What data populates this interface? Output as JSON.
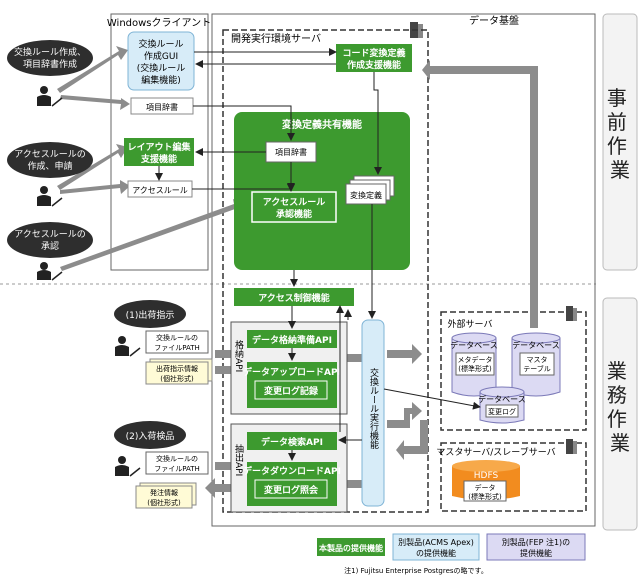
{
  "phases": {
    "pre_work": "事前作業",
    "operation": "業務作業"
  },
  "regions": {
    "windows_client": "Windowsクライアント",
    "data_platform": "データ基盤",
    "dev_server": "開発実行環境サーバ",
    "external_server": "外部サーバ",
    "master_slave_server": "マスタサーバ/スレーブサーバ"
  },
  "bubbles": [
    {
      "lines": [
        "交換ルール作成、",
        "項目辞書作成"
      ]
    },
    {
      "lines": [
        "アクセスルールの",
        "作成、申請"
      ]
    },
    {
      "lines": [
        "アクセスルールの",
        "承認"
      ]
    },
    {
      "lines": [
        "(1)出荷指示"
      ]
    },
    {
      "lines": [
        "(2)入荷検品"
      ]
    }
  ],
  "client": {
    "gui": [
      "交換ルール",
      "作成GUI",
      "(交換ルール",
      "編集機能)"
    ],
    "dict": "項目辞書",
    "layout_edit": [
      "レイアウト編集",
      "支援機能"
    ],
    "access_rule": "アクセスルール"
  },
  "dev": {
    "code_def": [
      "コード変換定義",
      "作成支援機能"
    ],
    "shared_title": "変換定義共有機能",
    "dict_doc": "項目辞書",
    "conv_def": "変換定義",
    "access_approval": [
      "アクセスルール",
      "承認機能"
    ],
    "access_control": "アクセス制御機能",
    "storage_api_label": "格納API",
    "extract_api_label": "抽出API",
    "data_prep": "データ格納準備API",
    "data_upload": "データアップロードAPI",
    "change_log_record": "変更ログ記録",
    "data_search": "データ検索API",
    "data_download": "データダウンロードAPI",
    "change_log_view": "変更ログ照会",
    "exec_func": "交換ルール実行機能"
  },
  "inputs": {
    "ship_path": [
      "交換ルールの",
      "ファイルPATH"
    ],
    "ship_info": [
      "出荷指示情報",
      "(個社形式)"
    ],
    "recv_path": [
      "交換ルールの",
      "ファイルPATH"
    ],
    "order_info": [
      "発注情報",
      "(個社形式)"
    ]
  },
  "external": {
    "db1": "データベース",
    "db1_doc": [
      "メタデータ",
      "(標準形式)"
    ],
    "db2": "データベース",
    "db2_doc": [
      "マスタ",
      "テーブル"
    ],
    "db3": "データベース",
    "db3_doc": "変更ログ"
  },
  "hdfs": {
    "title": "HDFS",
    "doc": [
      "データ",
      "(標準形式)"
    ]
  },
  "legend": {
    "green": "本製品の提供機能",
    "blue": [
      "別製品(ACMS Apex)",
      "の提供機能"
    ],
    "purple": [
      "別製品(FEP 注1)の",
      "提供機能"
    ]
  },
  "footnote": "注1) Fujitsu Enterprise Postgresの略です。",
  "colors": {
    "green": "#3d9a2f",
    "light_blue": "#d7ecf8",
    "purple": "#dcdaf3",
    "gray_arrow": "#8c8c8c",
    "bubble": "#2e2e2e",
    "orange": "#f28c1f"
  }
}
